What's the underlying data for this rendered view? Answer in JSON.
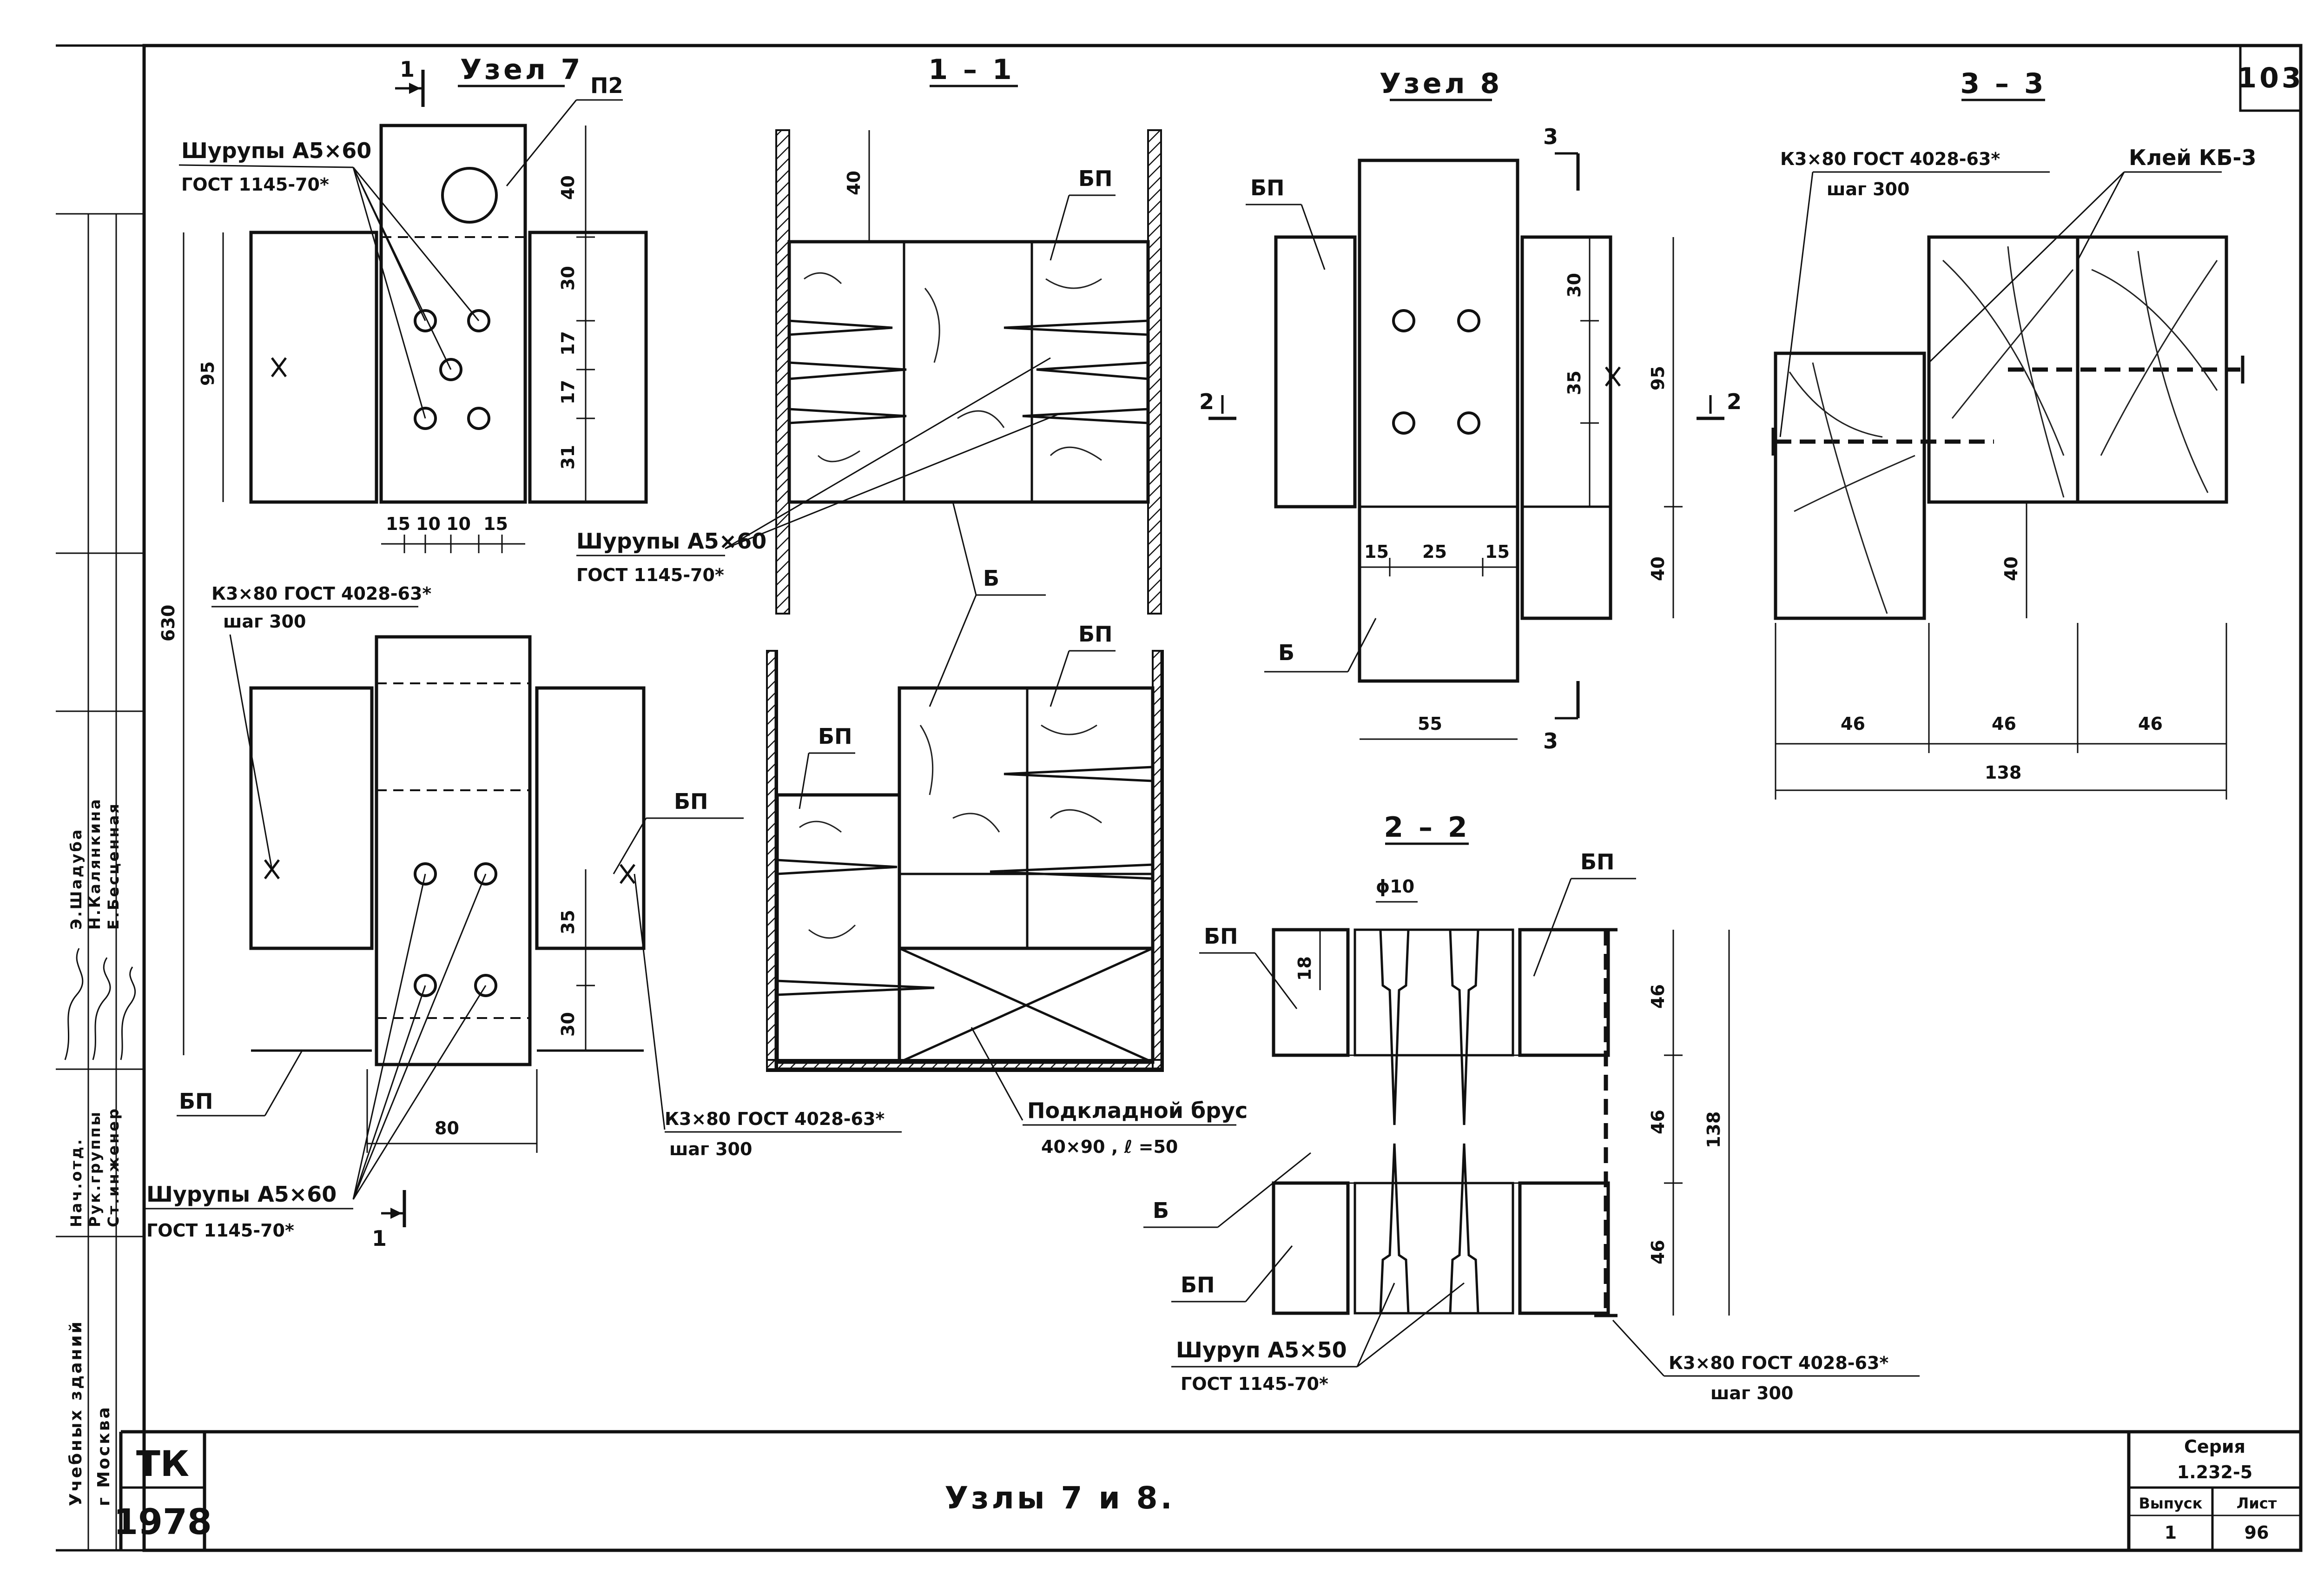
{
  "sheet": {
    "page_number": "103",
    "title": "Узлы 7 и 8.",
    "stamp": {
      "org": "ТК",
      "year": "1978"
    },
    "series_label": "Серия",
    "series_value": "1.232-5",
    "issue_label": "Выпуск",
    "issue_value": "1",
    "sheet_label": "Лист",
    "sheet_value": "96"
  },
  "sidebar": {
    "org_line1": "Учебных зданий",
    "org_line2": "г Москва",
    "roles": [
      "Нач.отд.",
      "Рук.группы",
      "Ст.инженер"
    ],
    "names": [
      "Э.Шадуба",
      "Н.Калянкина",
      "Е.Бесценная"
    ]
  },
  "views": {
    "node7": "Узел 7",
    "section_1_1": "1 – 1",
    "node8": "Узел 8",
    "section_3_3": "3 – 3",
    "section_2_2": "2 – 2"
  },
  "section_marks": {
    "one": "1",
    "two": "2",
    "three": "3"
  },
  "labels": {
    "p2": "П2",
    "bp": "БП",
    "b": "Б",
    "screws_a5x60": "Шурупы А5×60",
    "screws_a5x50": "Шуруп А5×50",
    "gost_1145": "ГОСТ 1145-70*",
    "k3x80": "К3×80 ГОСТ 4028-63*",
    "step_300": "шаг 300",
    "glue": "Клей КБ-3",
    "pad_bar": "Подкладной брус",
    "pad_bar_size": "40×90 , ℓ =50",
    "phi10": "ϕ10"
  },
  "dims_node7": {
    "d40": "40",
    "d30": "30",
    "d17a": "17",
    "d17b": "17",
    "d31": "31",
    "d95": "95",
    "d630": "630",
    "w15a": "15",
    "w10a": "10",
    "w10b": "10",
    "w15b": "15",
    "d35": "35",
    "d30b": "30",
    "w80": "80"
  },
  "dims_section_1_1": {
    "d40": "40"
  },
  "dims_node8": {
    "d30": "30",
    "d35": "35",
    "d95": "95",
    "d40": "40",
    "w15a": "15",
    "w25": "25",
    "w15b": "15",
    "w55": "55"
  },
  "dims_section_3_3": {
    "w46a": "46",
    "w46b": "46",
    "w46c": "46",
    "w138": "138",
    "d40": "40"
  },
  "dims_section_2_2": {
    "d18": "18",
    "d46a": "46",
    "d46b": "46",
    "d46c": "46",
    "d138": "138"
  }
}
